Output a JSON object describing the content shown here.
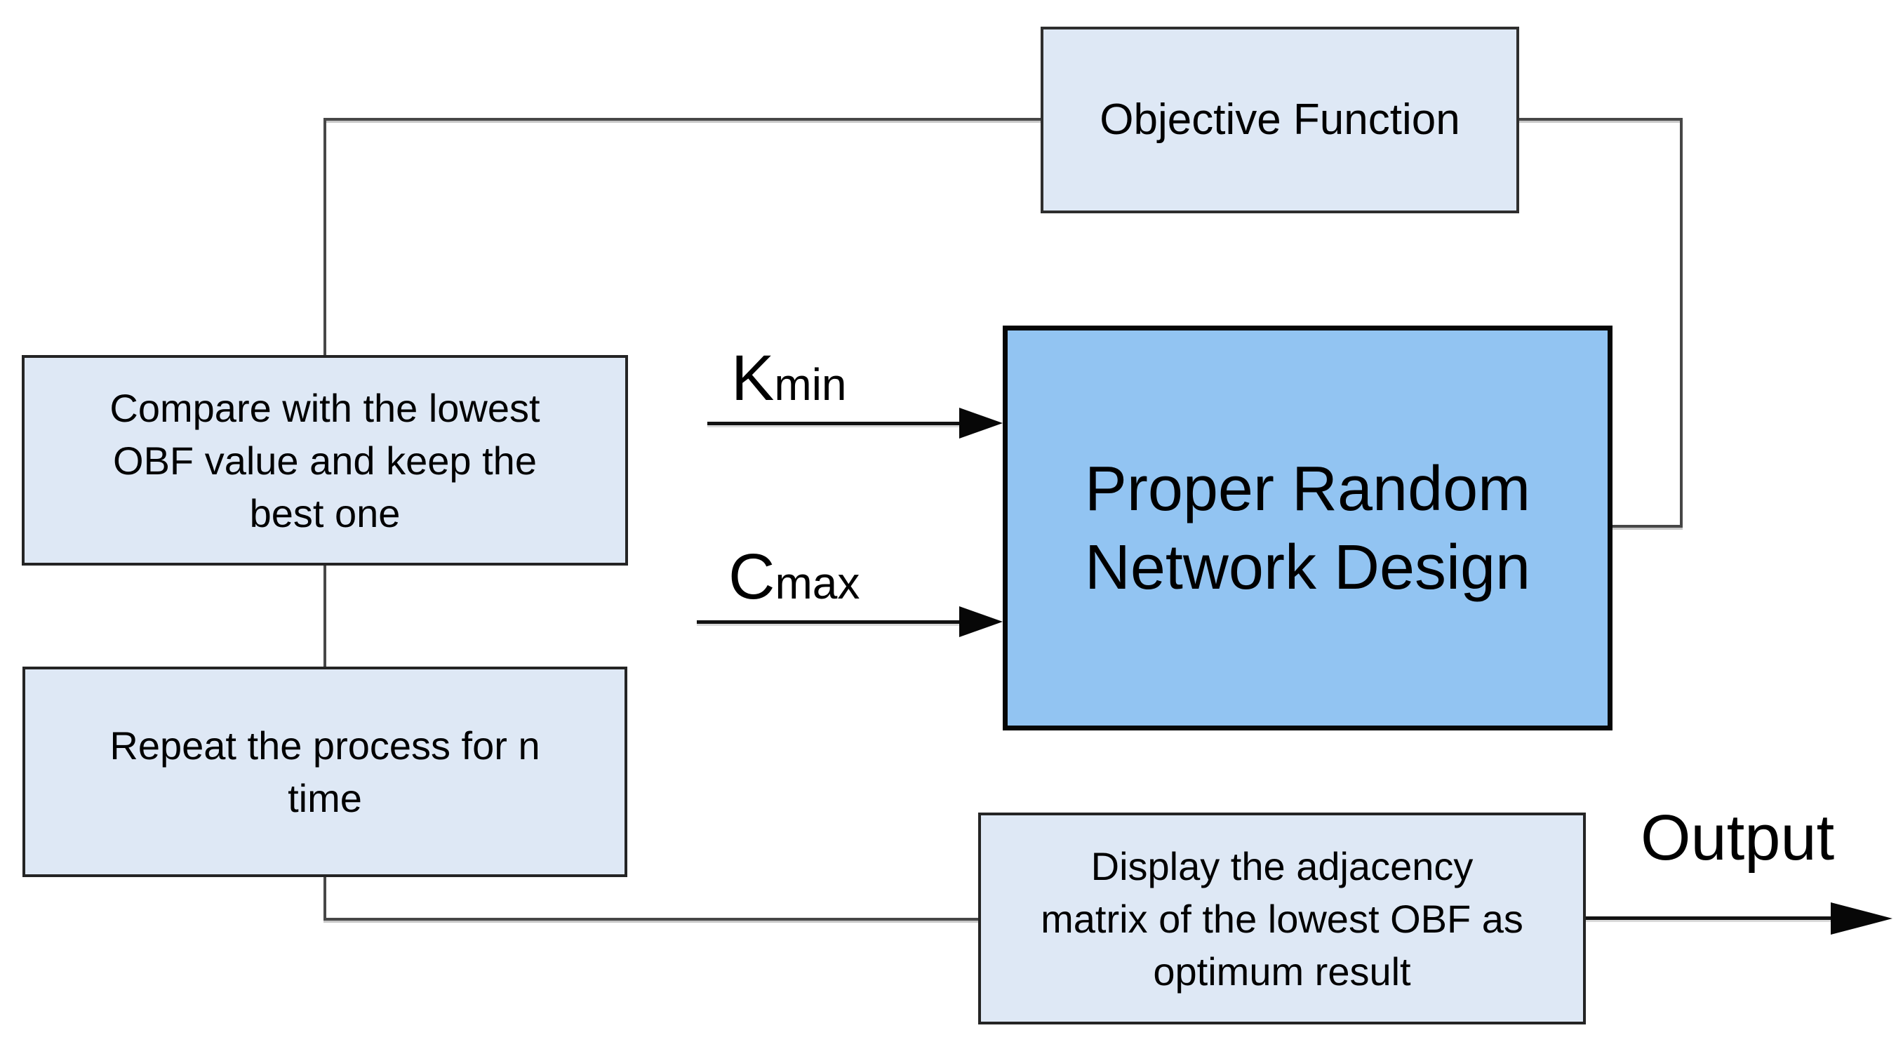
{
  "flowchart": {
    "nodes": {
      "objective": {
        "label": "Objective Function"
      },
      "proper_random": {
        "label": "Proper Random\nNetwork Design"
      },
      "compare": {
        "label": "Compare with the lowest\nOBF value and keep the\nbest one"
      },
      "repeat": {
        "label": "Repeat the process for n\ntime"
      },
      "display": {
        "label": "Display the adjacency\nmatrix of the lowest OBF as\noptimum result"
      }
    },
    "inputs": {
      "kmin": {
        "base": "K",
        "sub": "min"
      },
      "cmax": {
        "base": "C",
        "sub": "max"
      }
    },
    "output_label": "Output",
    "colors": {
      "node_fill_light": "#dee8f5",
      "node_fill_highlight": "#92c4f2",
      "node_border": "#1a1a1a",
      "connector": "#474747",
      "arrow": "#070707",
      "text": "#000000",
      "background": "#ffffff"
    }
  }
}
